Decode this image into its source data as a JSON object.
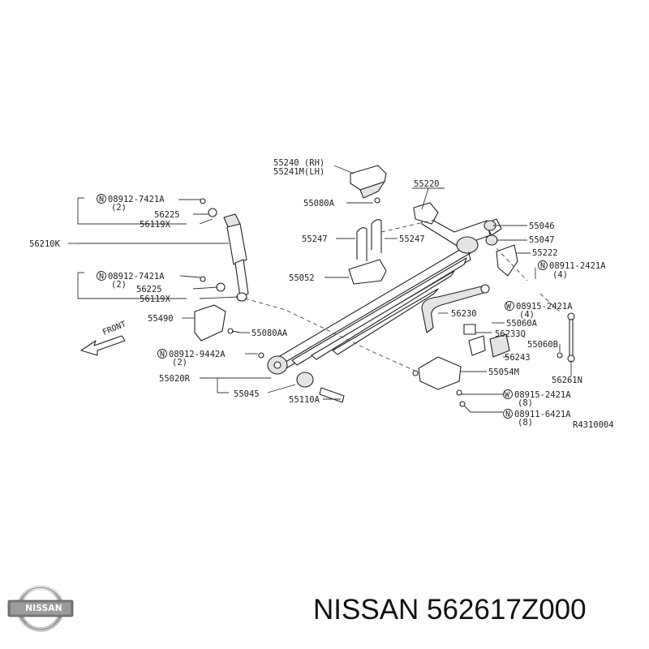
{
  "diagram": {
    "reference_code": "R4310004",
    "front_label": "FRONT",
    "callouts": [
      {
        "id": "c55240",
        "text": "55240 (RH)"
      },
      {
        "id": "c55241",
        "text": "55241M(LH)"
      },
      {
        "id": "c55220",
        "text": "55220"
      },
      {
        "id": "c55080A",
        "text": "55080A"
      },
      {
        "id": "c55046",
        "text": "55046"
      },
      {
        "id": "c55047",
        "text": "55047"
      },
      {
        "id": "c55247l",
        "text": "55247"
      },
      {
        "id": "c55247r",
        "text": "55247"
      },
      {
        "id": "c55222",
        "text": "55222"
      },
      {
        "id": "c0891124",
        "text": "08911-2421A",
        "qty": "(4)",
        "prefix": "N"
      },
      {
        "id": "c55052",
        "text": "55052"
      },
      {
        "id": "c56230",
        "text": "56230"
      },
      {
        "id": "c0891524",
        "text": "08915-2421A",
        "qty": "(4)",
        "prefix": "W"
      },
      {
        "id": "c55060A",
        "text": "55060A"
      },
      {
        "id": "c56233Q",
        "text": "56233Q"
      },
      {
        "id": "c55060B",
        "text": "55060B"
      },
      {
        "id": "c56243",
        "text": "56243"
      },
      {
        "id": "c55054M",
        "text": "55054M"
      },
      {
        "id": "c56261N",
        "text": "56261N"
      },
      {
        "id": "c0891524b",
        "text": "08915-2421A",
        "qty": "(8)",
        "prefix": "W"
      },
      {
        "id": "c0891164",
        "text": "08911-6421A",
        "qty": "(8)",
        "prefix": "N"
      },
      {
        "id": "c089127a",
        "text": "08912-7421A",
        "qty": "(2)",
        "prefix": "N"
      },
      {
        "id": "c56225a",
        "text": "56225"
      },
      {
        "id": "c56119a",
        "text": "56119X"
      },
      {
        "id": "c56210K",
        "text": "56210K"
      },
      {
        "id": "c089127b",
        "text": "08912-7421A",
        "qty": "(2)",
        "prefix": "N"
      },
      {
        "id": "c56225b",
        "text": "56225"
      },
      {
        "id": "c56119b",
        "text": "56119X"
      },
      {
        "id": "c55490",
        "text": "55490"
      },
      {
        "id": "c55080AA",
        "text": "55080AA"
      },
      {
        "id": "c0891294",
        "text": "08912-9442A",
        "qty": "(2)",
        "prefix": "N"
      },
      {
        "id": "c55020R",
        "text": "55020R"
      },
      {
        "id": "c55045",
        "text": "55045"
      },
      {
        "id": "c55110A",
        "text": "55110A"
      }
    ]
  },
  "footer": {
    "brand": "NISSAN",
    "part_number": "NISSAN 562617Z000"
  }
}
